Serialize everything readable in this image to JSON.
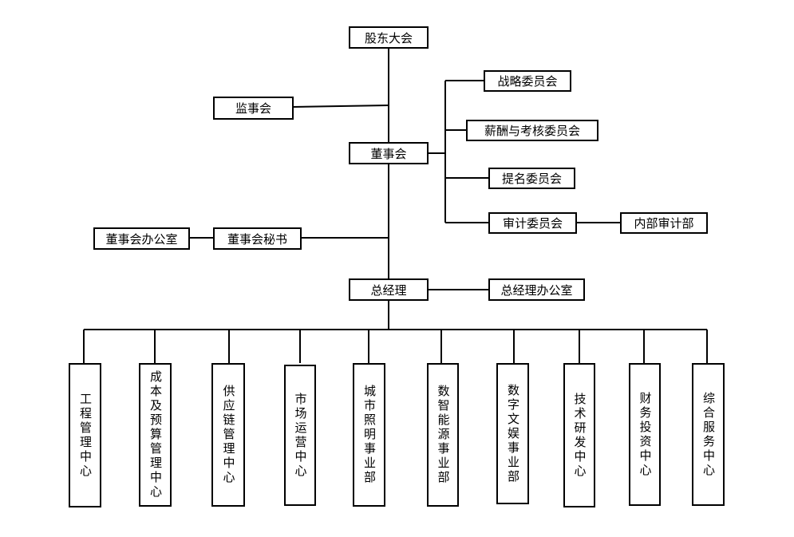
{
  "top": {
    "shareholders": "股东大会",
    "supervisory": "监事会",
    "board": "董事会",
    "board_office": "董事会办公室",
    "board_secretary": "董事会秘书",
    "gm": "总经理",
    "gm_office": "总经理办公室"
  },
  "committees": {
    "strategy": "战略委员会",
    "compensation": "薪酬与考核委员会",
    "nomination": "提名委员会",
    "audit": "审计委员会",
    "internal_audit": "内部审计部"
  },
  "departments": [
    "工程管理中心",
    "成本及预算管理中心",
    "供应链管理中心",
    "市场运营中心",
    "城市照明事业部",
    "数智能源事业部",
    "数字文娱事业部",
    "技术研发中心",
    "财务投资中心",
    "综合服务中心"
  ]
}
